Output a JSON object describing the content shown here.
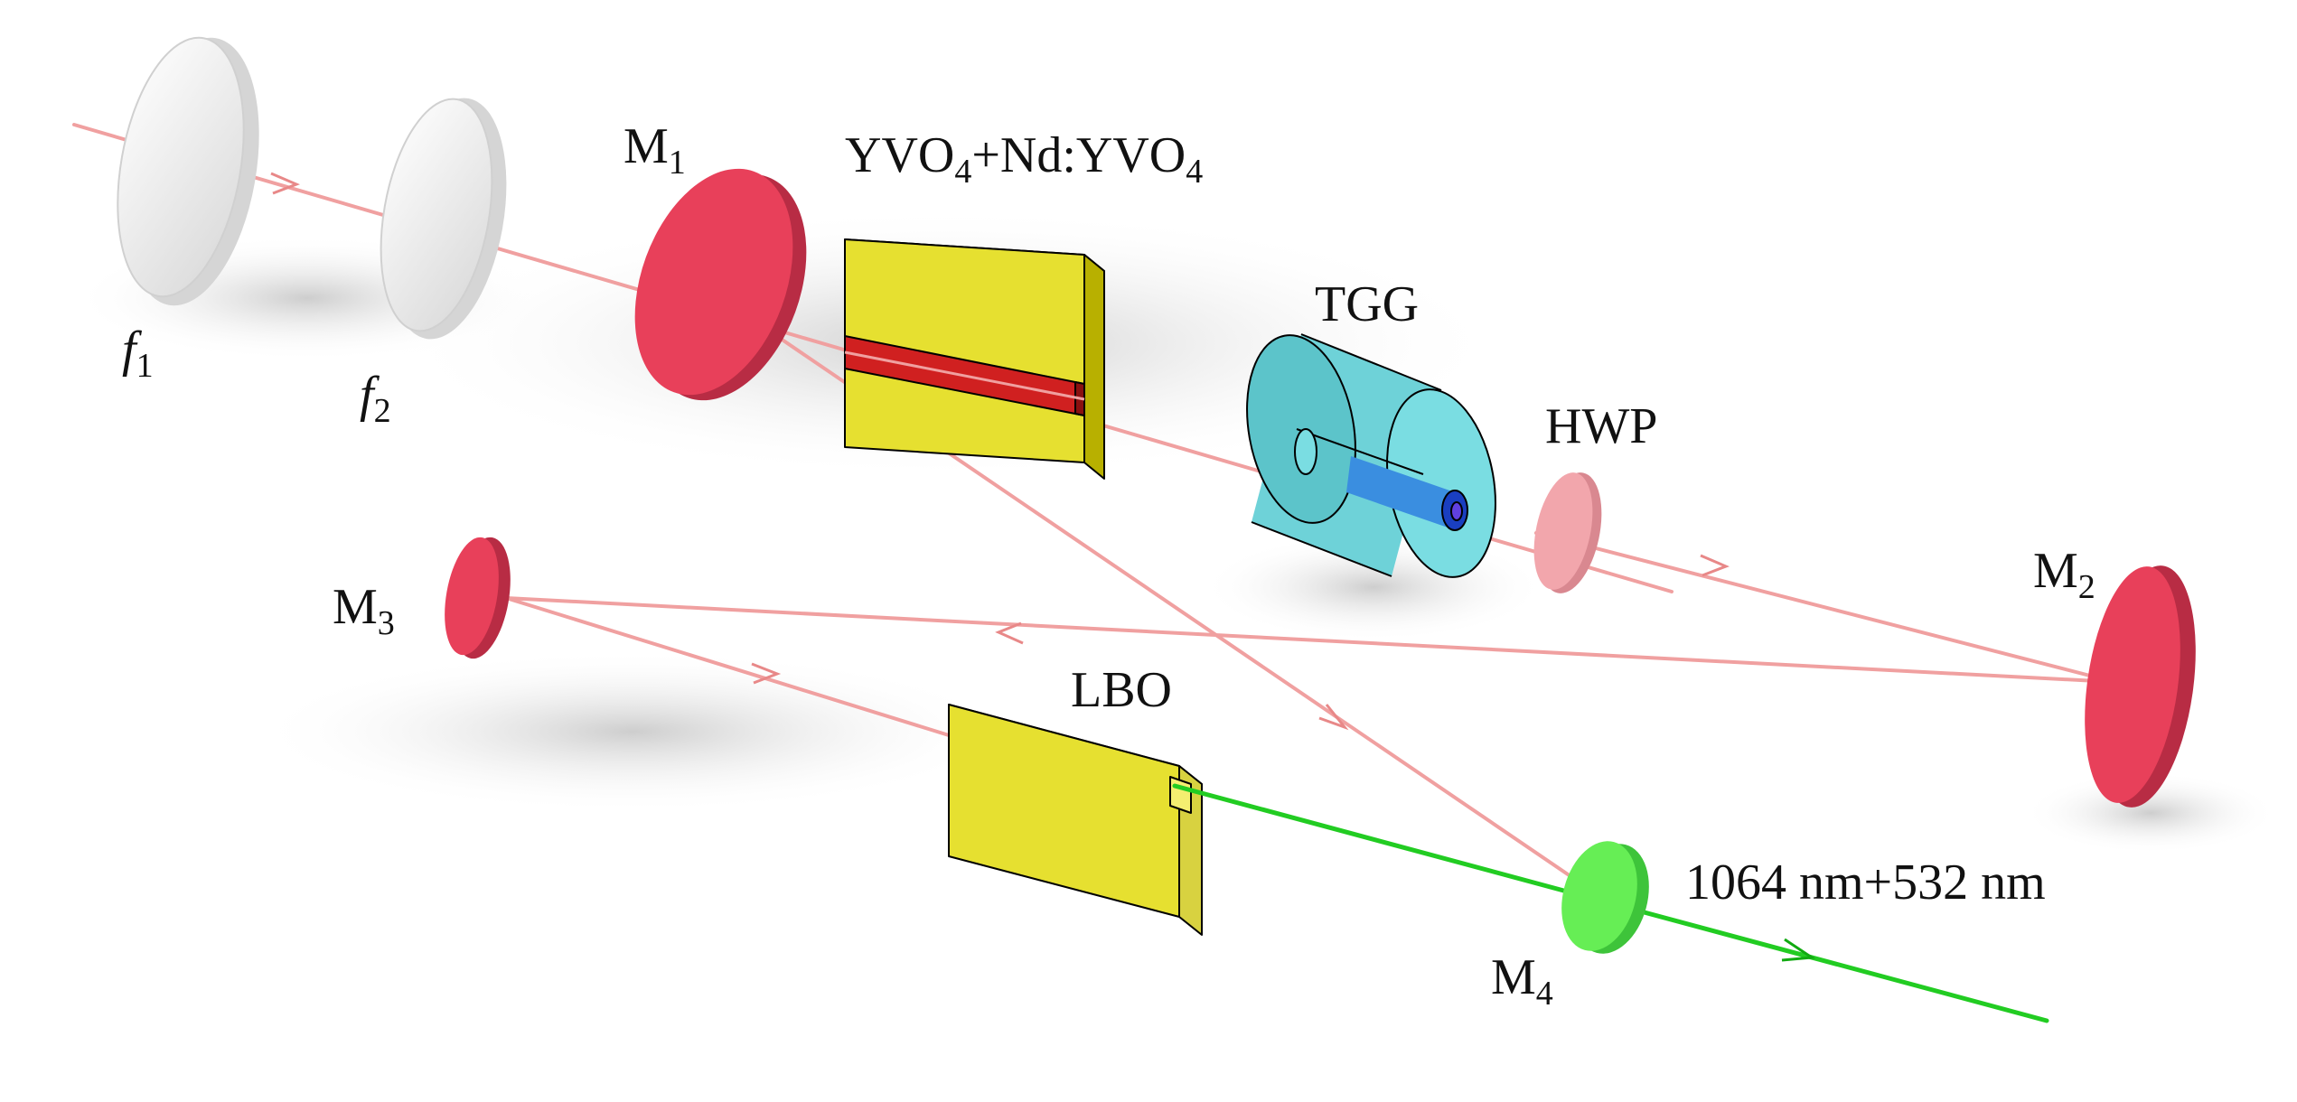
{
  "components": {
    "lens_f1": {
      "label": "f",
      "sub": "1"
    },
    "lens_f2": {
      "label": "f",
      "sub": "2"
    },
    "mirror_m1": {
      "label": "M",
      "sub": "1"
    },
    "mirror_m2": {
      "label": "M",
      "sub": "2"
    },
    "mirror_m3": {
      "label": "M",
      "sub": "3"
    },
    "mirror_m4": {
      "label": "M",
      "sub": "4"
    },
    "gain_crystal": {
      "p1": "YVO",
      "s1": "4",
      "p2": "+Nd:YVO",
      "s2": "4"
    },
    "tgg": {
      "label": "TGG"
    },
    "hwp": {
      "label": "HWP"
    },
    "lbo": {
      "label": "LBO"
    },
    "output": {
      "label": "1064 nm+532 nm"
    }
  },
  "colors": {
    "beam_ir": "#f0a0a0",
    "beam_green": "#22cc22",
    "mirror": "#e8405a",
    "mirror_m4": "#66ee55",
    "crystal": "#e6e030",
    "crystal_side": "#b8b000",
    "tgg_body": "#6ed2d8",
    "tgg_rod": "#3a8ee0",
    "lens": "#e6e6e6",
    "hwp": "#f2a6ac"
  }
}
